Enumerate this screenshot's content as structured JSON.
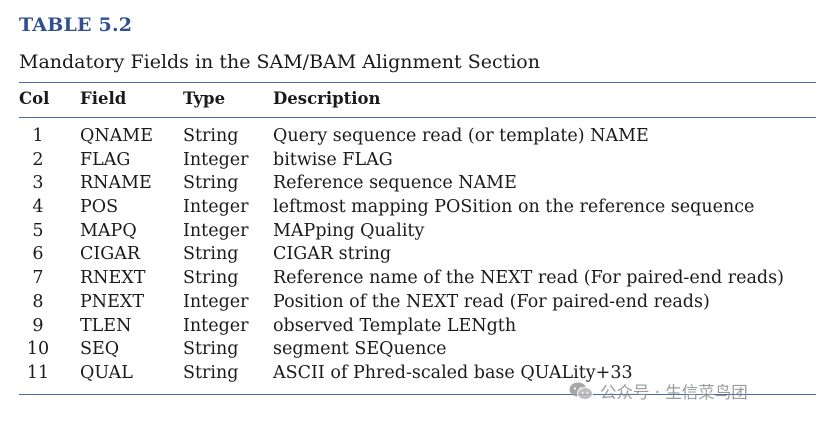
{
  "table": {
    "label": "TABLE 5.2",
    "caption": "Mandatory Fields in the SAM/BAM Alignment Section",
    "headers": {
      "col": "Col",
      "field": "Field",
      "type": "Type",
      "description": "Description"
    },
    "rows": [
      {
        "col": "1",
        "field": "QNAME",
        "type": "String",
        "description": "Query sequence read (or template) NAME"
      },
      {
        "col": "2",
        "field": "FLAG",
        "type": "Integer",
        "description": "bitwise FLAG"
      },
      {
        "col": "3",
        "field": "RNAME",
        "type": "String",
        "description": "Reference sequence NAME"
      },
      {
        "col": "4",
        "field": "POS",
        "type": "Integer",
        "description": "leftmost mapping POSition on the reference sequence"
      },
      {
        "col": "5",
        "field": "MAPQ",
        "type": "Integer",
        "description": "MAPping Quality"
      },
      {
        "col": "6",
        "field": "CIGAR",
        "type": "String",
        "description": "CIGAR string"
      },
      {
        "col": "7",
        "field": "RNEXT",
        "type": "String",
        "description": "Reference name of the NEXT read (For paired-end reads)"
      },
      {
        "col": "8",
        "field": "PNEXT",
        "type": "Integer",
        "description": "Position of the NEXT read (For paired-end reads)"
      },
      {
        "col": "9",
        "field": "TLEN",
        "type": "Integer",
        "description": "observed Template LENgth"
      },
      {
        "col": "10",
        "field": "SEQ",
        "type": "String",
        "description": "segment SEQuence"
      },
      {
        "col": "11",
        "field": "QUAL",
        "type": "String",
        "description": "ASCII of Phred-scaled base QUALity+33"
      }
    ]
  },
  "watermark": {
    "text": "公众号 · 生信菜鸟团",
    "icon": "wechat-icon"
  },
  "colors": {
    "label": "#2f4f8f",
    "rule": "#4a6aa8",
    "text": "#1a1a1a",
    "watermark": "#8a8a8a"
  }
}
